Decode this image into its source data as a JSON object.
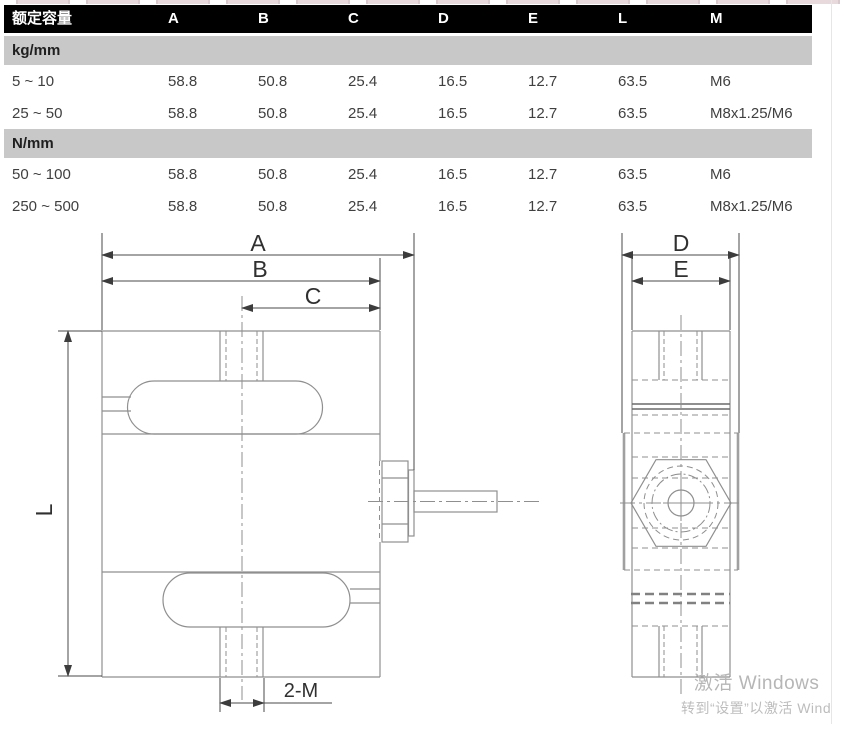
{
  "table": {
    "header": {
      "capacity_label": "额定容量",
      "columns": [
        "A",
        "B",
        "C",
        "D",
        "E",
        "L",
        "M"
      ]
    },
    "sections": [
      {
        "unit_label": "kg/mm",
        "rows": [
          {
            "capacity": "5 ~ 10",
            "values": [
              "58.8",
              "50.8",
              "25.4",
              "16.5",
              "12.7",
              "63.5",
              "M6"
            ]
          },
          {
            "capacity": "25 ~ 50",
            "values": [
              "58.8",
              "50.8",
              "25.4",
              "16.5",
              "12.7",
              "63.5",
              "M8x1.25/M6"
            ]
          }
        ]
      },
      {
        "unit_label": "N/mm",
        "rows": [
          {
            "capacity": "50 ~ 100",
            "values": [
              "58.8",
              "50.8",
              "25.4",
              "16.5",
              "12.7",
              "63.5",
              "M6"
            ]
          },
          {
            "capacity": "250 ~ 500",
            "values": [
              "58.8",
              "50.8",
              "25.4",
              "16.5",
              "12.7",
              "63.5",
              "M8x1.25/M6"
            ]
          }
        ]
      }
    ]
  },
  "drawing": {
    "front_view": {
      "dim_a": "A",
      "dim_b": "B",
      "dim_c": "C",
      "dim_l": "L",
      "thread_label": "2-M"
    },
    "side_view": {
      "dim_d": "D",
      "dim_e": "E"
    }
  },
  "watermark": {
    "line1": "激活 Windows",
    "line2": "转到“设置”以激活 Wind"
  },
  "colors": {
    "header_bg": "#000000",
    "header_text": "#ffffff",
    "band_bg": "#c8c8c8",
    "row_text": "#404040",
    "outline": "#8f8f8f",
    "dimension": "#4a4a4a",
    "watermark": "#b6b6b6"
  }
}
